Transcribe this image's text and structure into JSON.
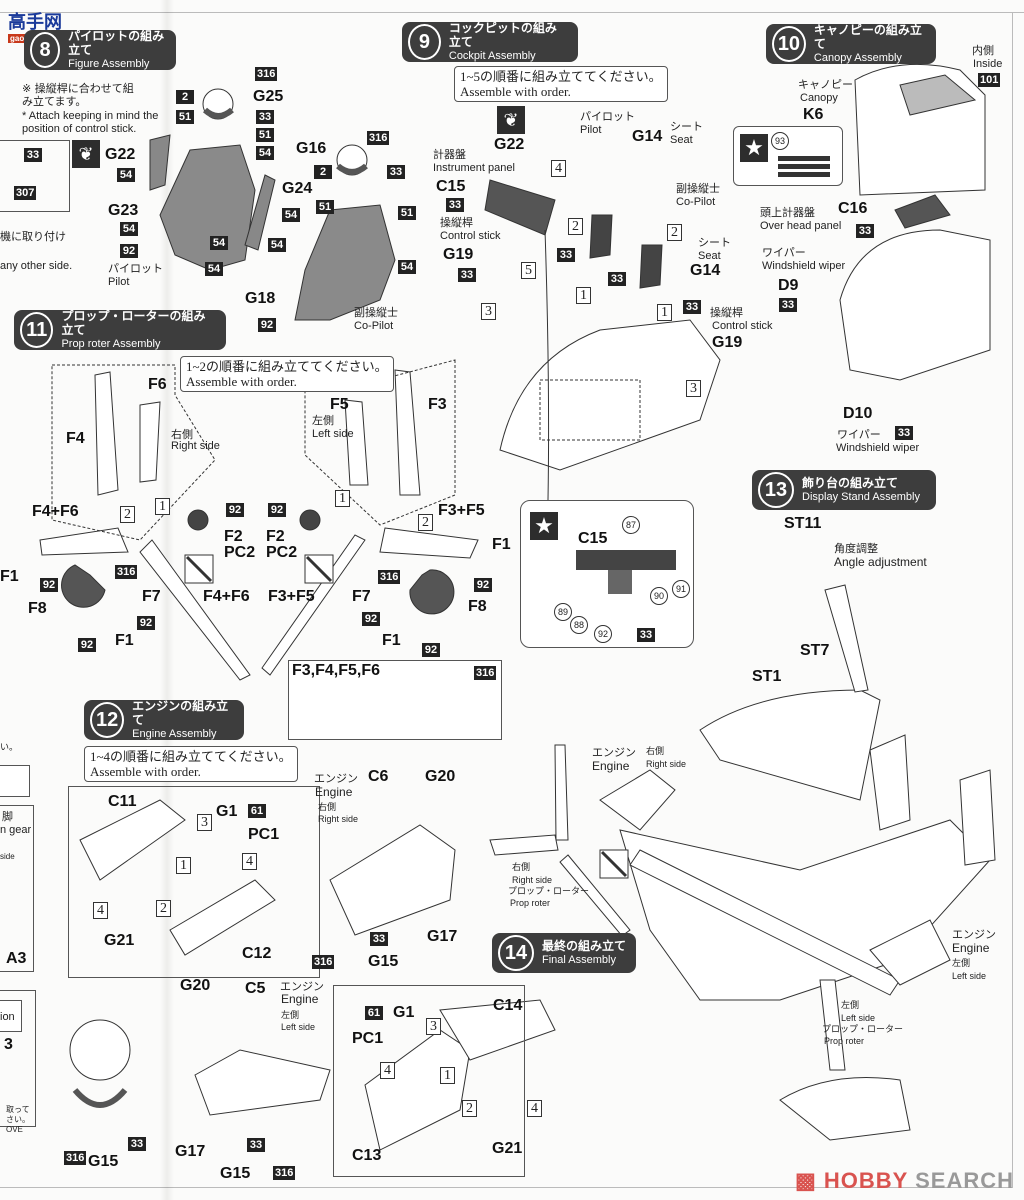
{
  "watermark_top": {
    "logo": "高手网",
    "url": "gao.shou.com"
  },
  "watermark_bottom": {
    "brand_a": "HOBBY",
    "brand_b": "SEARCH",
    "icon": "hobby-search-logo-icon"
  },
  "steps": {
    "s8": {
      "num": "8",
      "jp": "パイロットの組み立て",
      "en": "Figure Assembly",
      "note_jp": "※ 操縦桿に合わせて組み立てます。",
      "note_en": "* Attach keeping in mind the position of control stick.",
      "pilot_jp": "パイロット",
      "pilot_en": "Pilot",
      "copilot_jp": "副操縦士",
      "copilot_en": "Co-Pilot",
      "parts": [
        "G25",
        "G22",
        "G23",
        "G24",
        "G16",
        "G18"
      ],
      "paints": [
        "316",
        "2",
        "51",
        "33",
        "51",
        "54",
        "54",
        "54",
        "54",
        "54",
        "92",
        "54",
        "316",
        "2",
        "33",
        "51",
        "51",
        "54",
        "54",
        "92"
      ]
    },
    "s9": {
      "num": "9",
      "jp": "コックピットの組み立て",
      "en": "Cockpit Assembly",
      "order_jp": "1~5の順番に組み立ててください。",
      "order_en": "Assemble with order.",
      "instrument_jp": "計器盤",
      "instrument_en": "Instrument panel",
      "stick_jp": "操縦桿",
      "stick_en": "Control stick",
      "pilot_jp": "パイロット",
      "pilot_en": "Pilot",
      "copilot_jp": "副操縦士",
      "copilot_en": "Co-Pilot",
      "seat_jp": "シート",
      "seat_en": "Seat",
      "parts": [
        "G22",
        "C15",
        "G19",
        "G14",
        "G14",
        "G19"
      ],
      "decal_detail": {
        "part": "C15",
        "decals": [
          "87",
          "89",
          "88",
          "92",
          "90",
          "91"
        ],
        "paint": "33"
      }
    },
    "s10": {
      "num": "10",
      "jp": "キャノピーの組み立て",
      "en": "Canopy Assembly",
      "inside_jp": "内側",
      "inside_en": "Inside",
      "inside_paint": "101",
      "canopy_jp": "キャノピー",
      "canopy_en": "Canopy",
      "canopy_part": "K6",
      "overhead_jp": "頭上計器盤",
      "overhead_en": "Over head panel",
      "overhead_part": "C16",
      "wiper_jp": "ワイパー",
      "wiper_en": "Windshield wiper",
      "wiper_parts": [
        "D9",
        "D10"
      ],
      "decal": "93"
    },
    "s11": {
      "num": "11",
      "jp": "プロップ・ローターの組み立て",
      "en": "Prop roter Assembly",
      "order_jp": "1~2の順番に組み立ててください。",
      "order_en": "Assemble with order.",
      "right_jp": "右側",
      "right_en": "Right side",
      "left_jp": "左側",
      "left_en": "Left side",
      "inset_title": "F3,F4,F5,F6",
      "inset_paint": "316",
      "parts": [
        "F6",
        "F4",
        "F4+F6",
        "F1",
        "F8",
        "F7",
        "F2",
        "PC2",
        "F5",
        "F3",
        "F3+F5"
      ]
    },
    "s12": {
      "num": "12",
      "jp": "エンジンの組み立て",
      "en": "Engine Assembly",
      "order_jp": "1~4の順番に組み立ててください。",
      "order_en": "Assemble with order.",
      "engine_jp": "エンジン",
      "engine_en": "Engine",
      "right_jp": "右側",
      "right_en": "Right side",
      "left_jp": "左側",
      "left_en": "Left side",
      "parts": [
        "C11",
        "G1",
        "PC1",
        "G21",
        "C12",
        "C6",
        "G20",
        "G17",
        "G15",
        "C5",
        "C14",
        "C13"
      ]
    },
    "s13": {
      "num": "13",
      "jp": "飾り台の組み立て",
      "en": "Display Stand Assembly",
      "angle_jp": "角度調整",
      "angle_en": "Angle adjustment",
      "parts": [
        "ST11",
        "ST7",
        "ST1"
      ]
    },
    "s14": {
      "num": "14",
      "jp": "最終の組み立て",
      "en": "Final Assembly",
      "engine_jp": "エンジン",
      "engine_en": "Engine",
      "right_jp": "右側",
      "right_en": "Right side",
      "left_jp": "左側",
      "left_en": "Left side",
      "prop_jp": "プロップ・ローター",
      "prop_en": "Prop roter"
    }
  },
  "left_edge": {
    "paint_a": "33",
    "paint_b": "307",
    "frag1": "機に取り付け",
    "frag2": "any other side.",
    "frag3": "い。",
    "frag4": "脚",
    "frag5": "n gear",
    "frag6": "side",
    "part_a3": "A3",
    "frag7": "ion",
    "frag8": "3",
    "frag9": "取って",
    "frag10": "さい。",
    "frag11": "OVE",
    "g15": "G15",
    "p316": "316",
    "p33": "33"
  }
}
